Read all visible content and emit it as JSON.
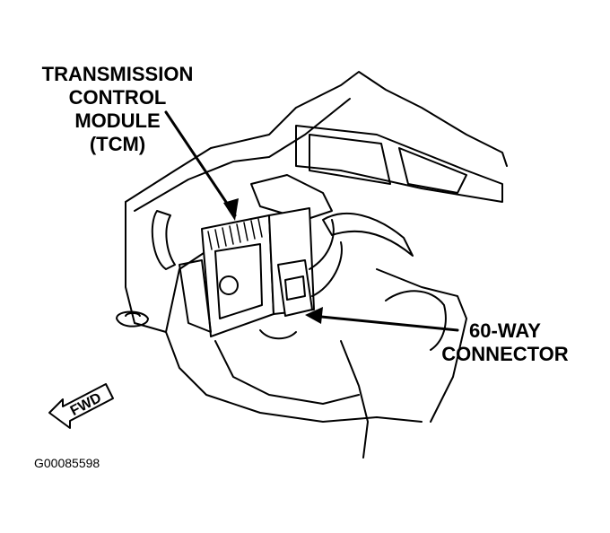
{
  "labels": {
    "tcm": [
      "TRANSMISSION",
      "CONTROL",
      "MODULE",
      "(TCM)"
    ],
    "connector": [
      "60-WAY",
      "CONNECTOR"
    ],
    "fwd": "FWD"
  },
  "figure_id": "G00085598",
  "colors": {
    "ink": "#000000",
    "paper": "#ffffff"
  }
}
